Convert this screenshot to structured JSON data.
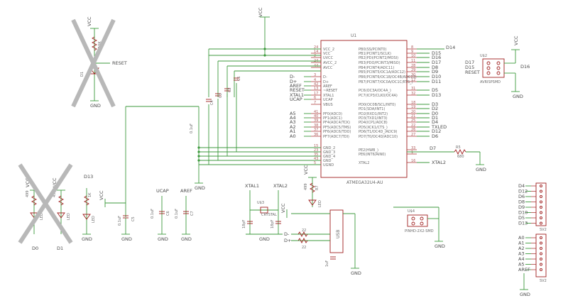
{
  "colors": {
    "wire": "#3d9a3d",
    "part": "#a02020",
    "text": "#4a4a4a",
    "background": "#ffffff"
  },
  "mcu": {
    "name": "U1",
    "value": "ATMEGA32U4-AU",
    "left_pins": [
      {
        "label": "VCC_2",
        "num": "24"
      },
      {
        "label": "VCC",
        "num": "14"
      },
      {
        "label": "UVCC",
        "num": "2"
      },
      {
        "label": "AVCC_2",
        "num": "24"
      },
      {
        "label": "AVCC",
        "num": "44"
      },
      {
        "label": "D-",
        "num": "3"
      },
      {
        "label": "D+",
        "num": "4"
      },
      {
        "label": "AREF",
        "num": "42"
      },
      {
        "label": "~RESET",
        "num": "13"
      },
      {
        "label": "XTAL1",
        "num": "17"
      },
      {
        "label": "UCAP",
        "num": "6"
      },
      {
        "label": "VBUS",
        "num": "7"
      },
      {
        "label": "PF0(ADC0)",
        "num": "41"
      },
      {
        "label": "PF1(ADC1)",
        "num": "40"
      },
      {
        "label": "PF4(ADC4/TCK)",
        "num": "39"
      },
      {
        "label": "PF5(ADC5/TMS)",
        "num": "38"
      },
      {
        "label": "PF6(ADC6/TDO)",
        "num": "37"
      },
      {
        "label": "PF7(ADC7/TDI)",
        "num": "36"
      },
      {
        "label": "GND_2",
        "num": "15"
      },
      {
        "label": "GND_3",
        "num": "23"
      },
      {
        "label": "GND_4",
        "num": "35"
      },
      {
        "label": "GND",
        "num": "43"
      },
      {
        "label": "UGND",
        "num": "5"
      }
    ],
    "left_nets": [
      "D-",
      "D+",
      "AREF",
      "RESET",
      "XTAL1",
      "UCAP",
      "A5",
      "A4",
      "A3",
      "A2",
      "A1",
      "A0"
    ],
    "right_pins": [
      {
        "label": "PB0(SS/PCINT0)",
        "num": "8",
        "net": "D14"
      },
      {
        "label": "PB1(PCINT1/SCLK)",
        "num": "9",
        "net": "D15"
      },
      {
        "label": "PB2(PDI/PCINT2/MOSI)",
        "num": "10",
        "net": "D16"
      },
      {
        "label": "PB3(PDO/PCINT3/MISO)",
        "num": "11",
        "net": "D17"
      },
      {
        "label": "PB4(PCINT4/ADC11)",
        "num": "28",
        "net": "D8"
      },
      {
        "label": "PB5(PCINT5/OC1A/ADC12)",
        "num": "29",
        "net": "D9"
      },
      {
        "label": "PB6(PCINT6/OC1B/OC4B/ADC13)",
        "num": "30",
        "net": "D10"
      },
      {
        "label": "PB7(PCINT7/OC0A/OC1C/RTS_)",
        "num": "12",
        "net": "D11"
      },
      {
        "label": "PC6(OC3A/OC4A_)",
        "num": "31",
        "net": "D5"
      },
      {
        "label": "PC7(ICP3/CLK0/OC4A)",
        "num": "32",
        "net": "D13"
      },
      {
        "label": "PD0(OC0B/SCL/INT0)",
        "num": "18",
        "net": "D3"
      },
      {
        "label": "PD1(SDA/INT1)",
        "num": "19",
        "net": "D2"
      },
      {
        "label": "PD2(RXD1/INT2)",
        "num": "20",
        "net": "D0"
      },
      {
        "label": "PD3(TXD1/INT3)",
        "num": "21",
        "net": "D1"
      },
      {
        "label": "PD4(ICP1/ADC8)",
        "num": "25",
        "net": "D4"
      },
      {
        "label": "PD5(XCK1/CTS_)",
        "num": "22",
        "net": "TXLED"
      },
      {
        "label": "PD6(T1/OC4D_/ADC9)",
        "num": "26",
        "net": "D12"
      },
      {
        "label": "PD7(T0/OC4D/ADC10)",
        "num": "27",
        "net": "D6"
      },
      {
        "label": "PE2(HWB_)",
        "num": "33",
        "net": "D7"
      },
      {
        "label": "PE6(INT6/AIN0)",
        "num": "1",
        "net": ""
      },
      {
        "label": "XTAL2",
        "num": "16",
        "net": "XTAL2"
      }
    ]
  },
  "vcc_top": "VCC",
  "caps_top": [
    "C1",
    "C2",
    "C3",
    "C4"
  ],
  "caps_top_value": "0.1uF",
  "gnd": "GND",
  "reset_block": {
    "vcc": "VCC",
    "res": "10K",
    "res_name": "R1",
    "net": "RESET",
    "diode": "D1",
    "gnd": "GND"
  },
  "avr_isp": {
    "name": "U$2",
    "value": "AVRISPSMD",
    "left_nets": [
      "D17",
      "D15",
      "RESET"
    ],
    "right_net": "D16",
    "vcc": "VCC",
    "gnd": "GND"
  },
  "led_left": {
    "vcc_labels": [
      "VCC",
      "VCC"
    ],
    "res_labels": [
      "499",
      "499"
    ],
    "net_labels": [
      "D0",
      "D1"
    ],
    "led": "LED",
    "gnd": "GND"
  },
  "led_d13": {
    "title": "D13",
    "res": "1K",
    "led": "LED",
    "gnd": "GND"
  },
  "vcc_cap": {
    "vcc": "VCC",
    "value": "0.1uF",
    "name": "C5",
    "gnd": "GND"
  },
  "ucap": {
    "label": "UCAP",
    "value": "0.1uF",
    "name": "C6",
    "gnd": "GND"
  },
  "aref": {
    "label": "AREF",
    "value": "0.1uF",
    "name": "C7",
    "gnd": "GND"
  },
  "crystal": {
    "xtal1": "XTAL1",
    "xtal2": "XTAL2",
    "name": "U$3",
    "value": "CRYSTAL",
    "cap": "18pF",
    "gnd": "GND"
  },
  "led_tx": {
    "vcc": "VCC",
    "res": "499",
    "name": "R7",
    "led": "LED",
    "gnd": "GND"
  },
  "usb": {
    "vcc": "VCC",
    "name": "USB",
    "dminus": "D-",
    "dplus": "D+",
    "res": "22",
    "gnd": "GND",
    "cap": "1uF"
  },
  "pinhd": {
    "name": "U$4",
    "value": "PINHD-2X2-SMD",
    "gnd": "GND"
  },
  "resistor_d7": {
    "name": "R5",
    "value": "680",
    "net": "D7",
    "gnd": "GND"
  },
  "header_sv2": {
    "name": "SV2",
    "nets": [
      "D4",
      "D12",
      "D6",
      "D8",
      "D9",
      "D10",
      "D5",
      "D13"
    ]
  },
  "header_sv3": {
    "name": "SV2",
    "nets": [
      "A0",
      "A1",
      "A2",
      "A3",
      "A4",
      "A5",
      "AREF"
    ],
    "gnd": "GND"
  }
}
